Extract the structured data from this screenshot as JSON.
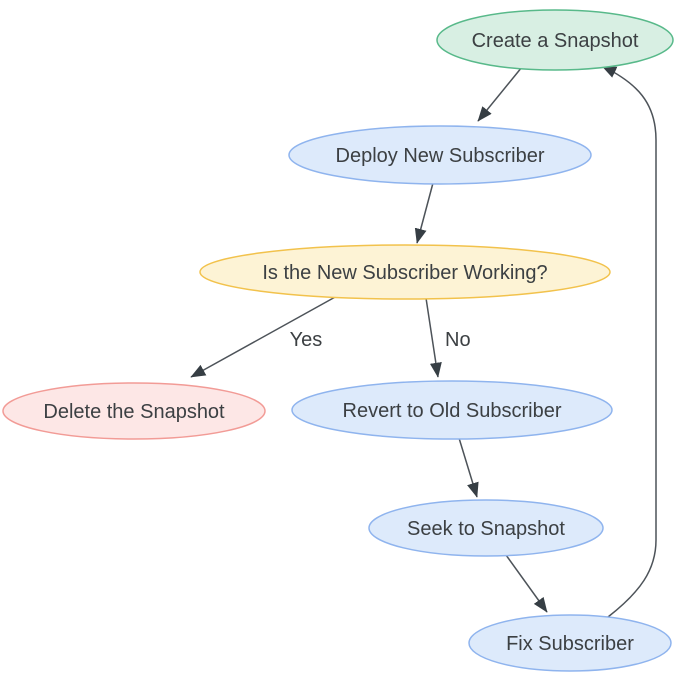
{
  "diagram": {
    "type": "flowchart",
    "background": "#ffffff",
    "colors": {
      "edge": "#4d5359",
      "arrowhead": "#363e44",
      "text": "#3c4043"
    },
    "nodes": [
      {
        "id": "create-a-snapshot",
        "label": "Create a Snapshot",
        "shape": "ellipse",
        "fill": "#d8efe3",
        "stroke": "#58b98a"
      },
      {
        "id": "deploy-new-subscriber",
        "label": "Deploy New Subscriber",
        "shape": "ellipse",
        "fill": "#ddeafb",
        "stroke": "#8fb4ee"
      },
      {
        "id": "is-new-subscriber-working",
        "label": "Is the New Subscriber Working?",
        "shape": "ellipse",
        "fill": "#fdf3d5",
        "stroke": "#f2c24c"
      },
      {
        "id": "delete-the-snapshot",
        "label": "Delete the Snapshot",
        "shape": "ellipse",
        "fill": "#fde7e6",
        "stroke": "#f29b96"
      },
      {
        "id": "revert-to-old-subscriber",
        "label": "Revert to Old Subscriber",
        "shape": "ellipse",
        "fill": "#ddeafb",
        "stroke": "#8fb4ee"
      },
      {
        "id": "seek-to-snapshot",
        "label": "Seek to Snapshot",
        "shape": "ellipse",
        "fill": "#ddeafb",
        "stroke": "#8fb4ee"
      },
      {
        "id": "fix-subscriber",
        "label": "Fix Subscriber",
        "shape": "ellipse",
        "fill": "#ddeafb",
        "stroke": "#8fb4ee"
      }
    ],
    "edges": [
      {
        "from": "create-a-snapshot",
        "to": "deploy-new-subscriber",
        "label": ""
      },
      {
        "from": "deploy-new-subscriber",
        "to": "is-new-subscriber-working",
        "label": ""
      },
      {
        "from": "is-new-subscriber-working",
        "to": "delete-the-snapshot",
        "label": "Yes"
      },
      {
        "from": "is-new-subscriber-working",
        "to": "revert-to-old-subscriber",
        "label": "No"
      },
      {
        "from": "revert-to-old-subscriber",
        "to": "seek-to-snapshot",
        "label": ""
      },
      {
        "from": "seek-to-snapshot",
        "to": "fix-subscriber",
        "label": ""
      },
      {
        "from": "fix-subscriber",
        "to": "create-a-snapshot",
        "label": ""
      }
    ]
  }
}
